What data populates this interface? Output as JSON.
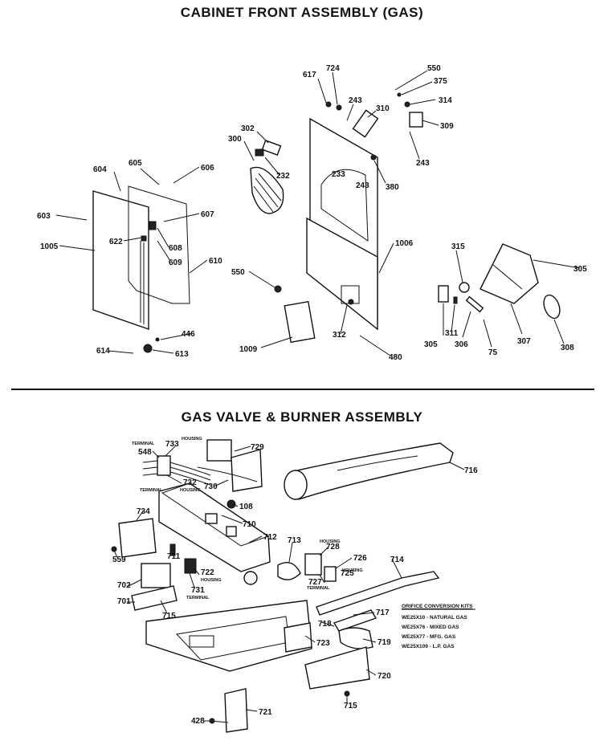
{
  "titles": {
    "top": "CABINET FRONT ASSEMBLY (GAS)",
    "bottom": "GAS VALVE & BURNER ASSEMBLY"
  },
  "callouts_top": [
    "617",
    "724",
    "550",
    "375",
    "314",
    "243",
    "310",
    "309",
    "243",
    "380",
    "302",
    "300",
    "232",
    "233",
    "243",
    "604",
    "605",
    "606",
    "603",
    "607",
    "1005",
    "622",
    "608",
    "609",
    "610",
    "550",
    "1006",
    "315",
    "305",
    "446",
    "614",
    "613",
    "1009",
    "312",
    "480",
    "305",
    "311",
    "306",
    "75",
    "307",
    "308"
  ],
  "callouts_bottom": [
    "548",
    "733",
    "729",
    "716",
    "732",
    "730",
    "108",
    "734",
    "710",
    "712",
    "559",
    "711",
    "728",
    "713",
    "726",
    "727",
    "725",
    "714",
    "722",
    "731",
    "702",
    "701",
    "715",
    "717",
    "718",
    "719",
    "723",
    "720",
    "715",
    "428",
    "721"
  ],
  "small_labels": {
    "terminal_a": "TERMINAL",
    "housing_a": "HOUSING",
    "terminal_b": "TERMINAL",
    "housing_b": "HOUSING",
    "housing_c": "HOUSING",
    "housing_d": "HOUSING",
    "terminal_c": "TERMINAL",
    "terminal_d": "TERMINAL",
    "housing_e": "HOUSING"
  },
  "orifice_kits": {
    "heading": "ORIFICE CONVERSION KITS",
    "rows": [
      "WE25X10 - NATURAL GAS",
      "WE25X76 - MIXED GAS",
      "WE25X77 - MFG. GAS",
      "WE25X109 - L.P. GAS"
    ]
  }
}
